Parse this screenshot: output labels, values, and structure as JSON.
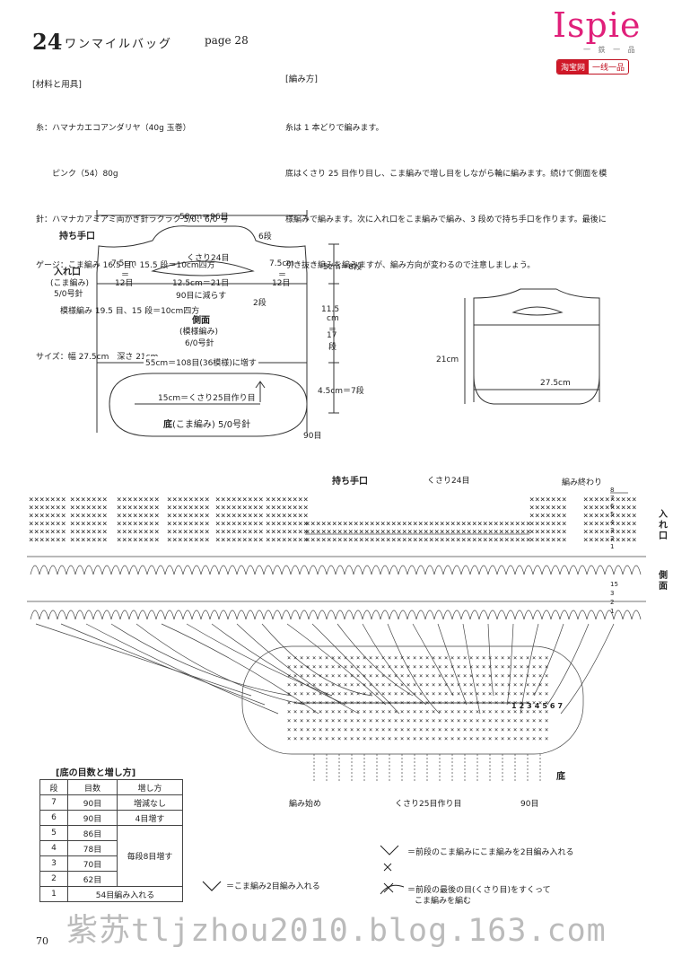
{
  "header": {
    "number": "24",
    "title": "ワンマイルバッグ",
    "page": "page 28"
  },
  "brand": {
    "name": "Ispie",
    "sub": "一 鉄 一 品",
    "badge_left": "淘宝网",
    "badge_right": "一线一品"
  },
  "materials": {
    "heading": "[材料と用具]",
    "lines": [
      "糸：ハマナカエコアンダリヤ（40g 玉巻）",
      "　　ピンク（54）80g",
      "針：ハマナカアミアミ両かぎ針ラクラク 5/0、6/0 号",
      "ゲージ：こま編み 16.5 目、15.5 段＝10cm四方",
      "　　　模様編み 19.5 目、15 段＝10cm四方",
      "サイズ：幅 27.5cm　深さ 21cm"
    ]
  },
  "method": {
    "heading": "[編み方]",
    "lines": [
      "糸は 1 本どりで編みます。",
      "底はくさり 25 目作り目し、こま編みで増し目をしながら輪に編みます。続けて側面を模",
      "様編みで編みます。次に入れ口をこま編みで編み、3 段めで持ち手口を作ります。最後に",
      "引き抜き編みを編みますが、編み方向が変わるので注意しましょう。"
    ]
  },
  "schematic": {
    "top_width": "58cm＝96目",
    "handle_label": "持ち手口",
    "chain24": "くさり24目",
    "rows6": "6段",
    "left_75": "7.5cm",
    "eq": "＝",
    "left_12": "12目",
    "mid_125": "12.5cm＝21目",
    "right_75": "7.5cm",
    "right_12": "12目",
    "dec90": "90目に減らす",
    "rows2": "2段",
    "opening_label": "入れ口",
    "opening_sub1": "(こま編み)",
    "opening_sub2": "5/0号針",
    "side_label": "側面",
    "side_sub1": "(模様編み)",
    "side_sub2": "6/0号針",
    "h_5cm": "5cm＝8段",
    "h_115": "11.5",
    "h_cm": "cm",
    "h_17": "17",
    "h_dan": "段",
    "inc108": "55cm＝108目(36模様)に増す",
    "base_chain": "15cm＝くさり25目作り目",
    "base_label": "底",
    "base_sub": "(こま編み) 5/0号針",
    "h_45": "4.5cm＝7段",
    "base_90": "90目"
  },
  "finished": {
    "height": "21cm",
    "width": "27.5cm"
  },
  "chart": {
    "handle_label": "持ち手口",
    "chain24": "くさり24目",
    "end_label": "編み終わり",
    "opening_label": "入れ口",
    "side_label": "側面",
    "base_label": "底",
    "start_label": "編み始め",
    "chain25": "くさり25目作り目",
    "n90": "90目",
    "row_nums_top": [
      "8",
      "7",
      "6",
      "5",
      "4",
      "3",
      "2",
      "1"
    ],
    "row_nums_side": [
      "15",
      "3",
      "2",
      "1"
    ],
    "base_rows": [
      "1",
      "2",
      "3",
      "4",
      "5",
      "6",
      "7"
    ]
  },
  "table": {
    "title": "[底の目数と増し方]",
    "headers": [
      "段",
      "目数",
      "増し方"
    ],
    "rows": [
      {
        "row": "7",
        "count": "90目",
        "how": "増減なし"
      },
      {
        "row": "6",
        "count": "90目",
        "how": "4目増す"
      },
      {
        "row": "5",
        "count": "86目",
        "how": ""
      },
      {
        "row": "4",
        "count": "78目",
        "how": ""
      },
      {
        "row": "3",
        "count": "70目",
        "how": ""
      },
      {
        "row": "2",
        "count": "62目",
        "how": ""
      }
    ],
    "merged_how": "毎段8目増す",
    "last_row": "1",
    "last_text": "54目編み入れる"
  },
  "legend": {
    "inc2": "＝こま編み2目編み入れる",
    "inc2_prev": "＝前段のこま編みにこま編みを2目編み入れる",
    "wrap_line1": "＝前段の最後の目(くさり目)をすくって",
    "wrap_line2": "こま編みを編む"
  },
  "footer": {
    "page_no": "70",
    "watermark": "紫苏tljzhou2010.blog.163.com"
  }
}
